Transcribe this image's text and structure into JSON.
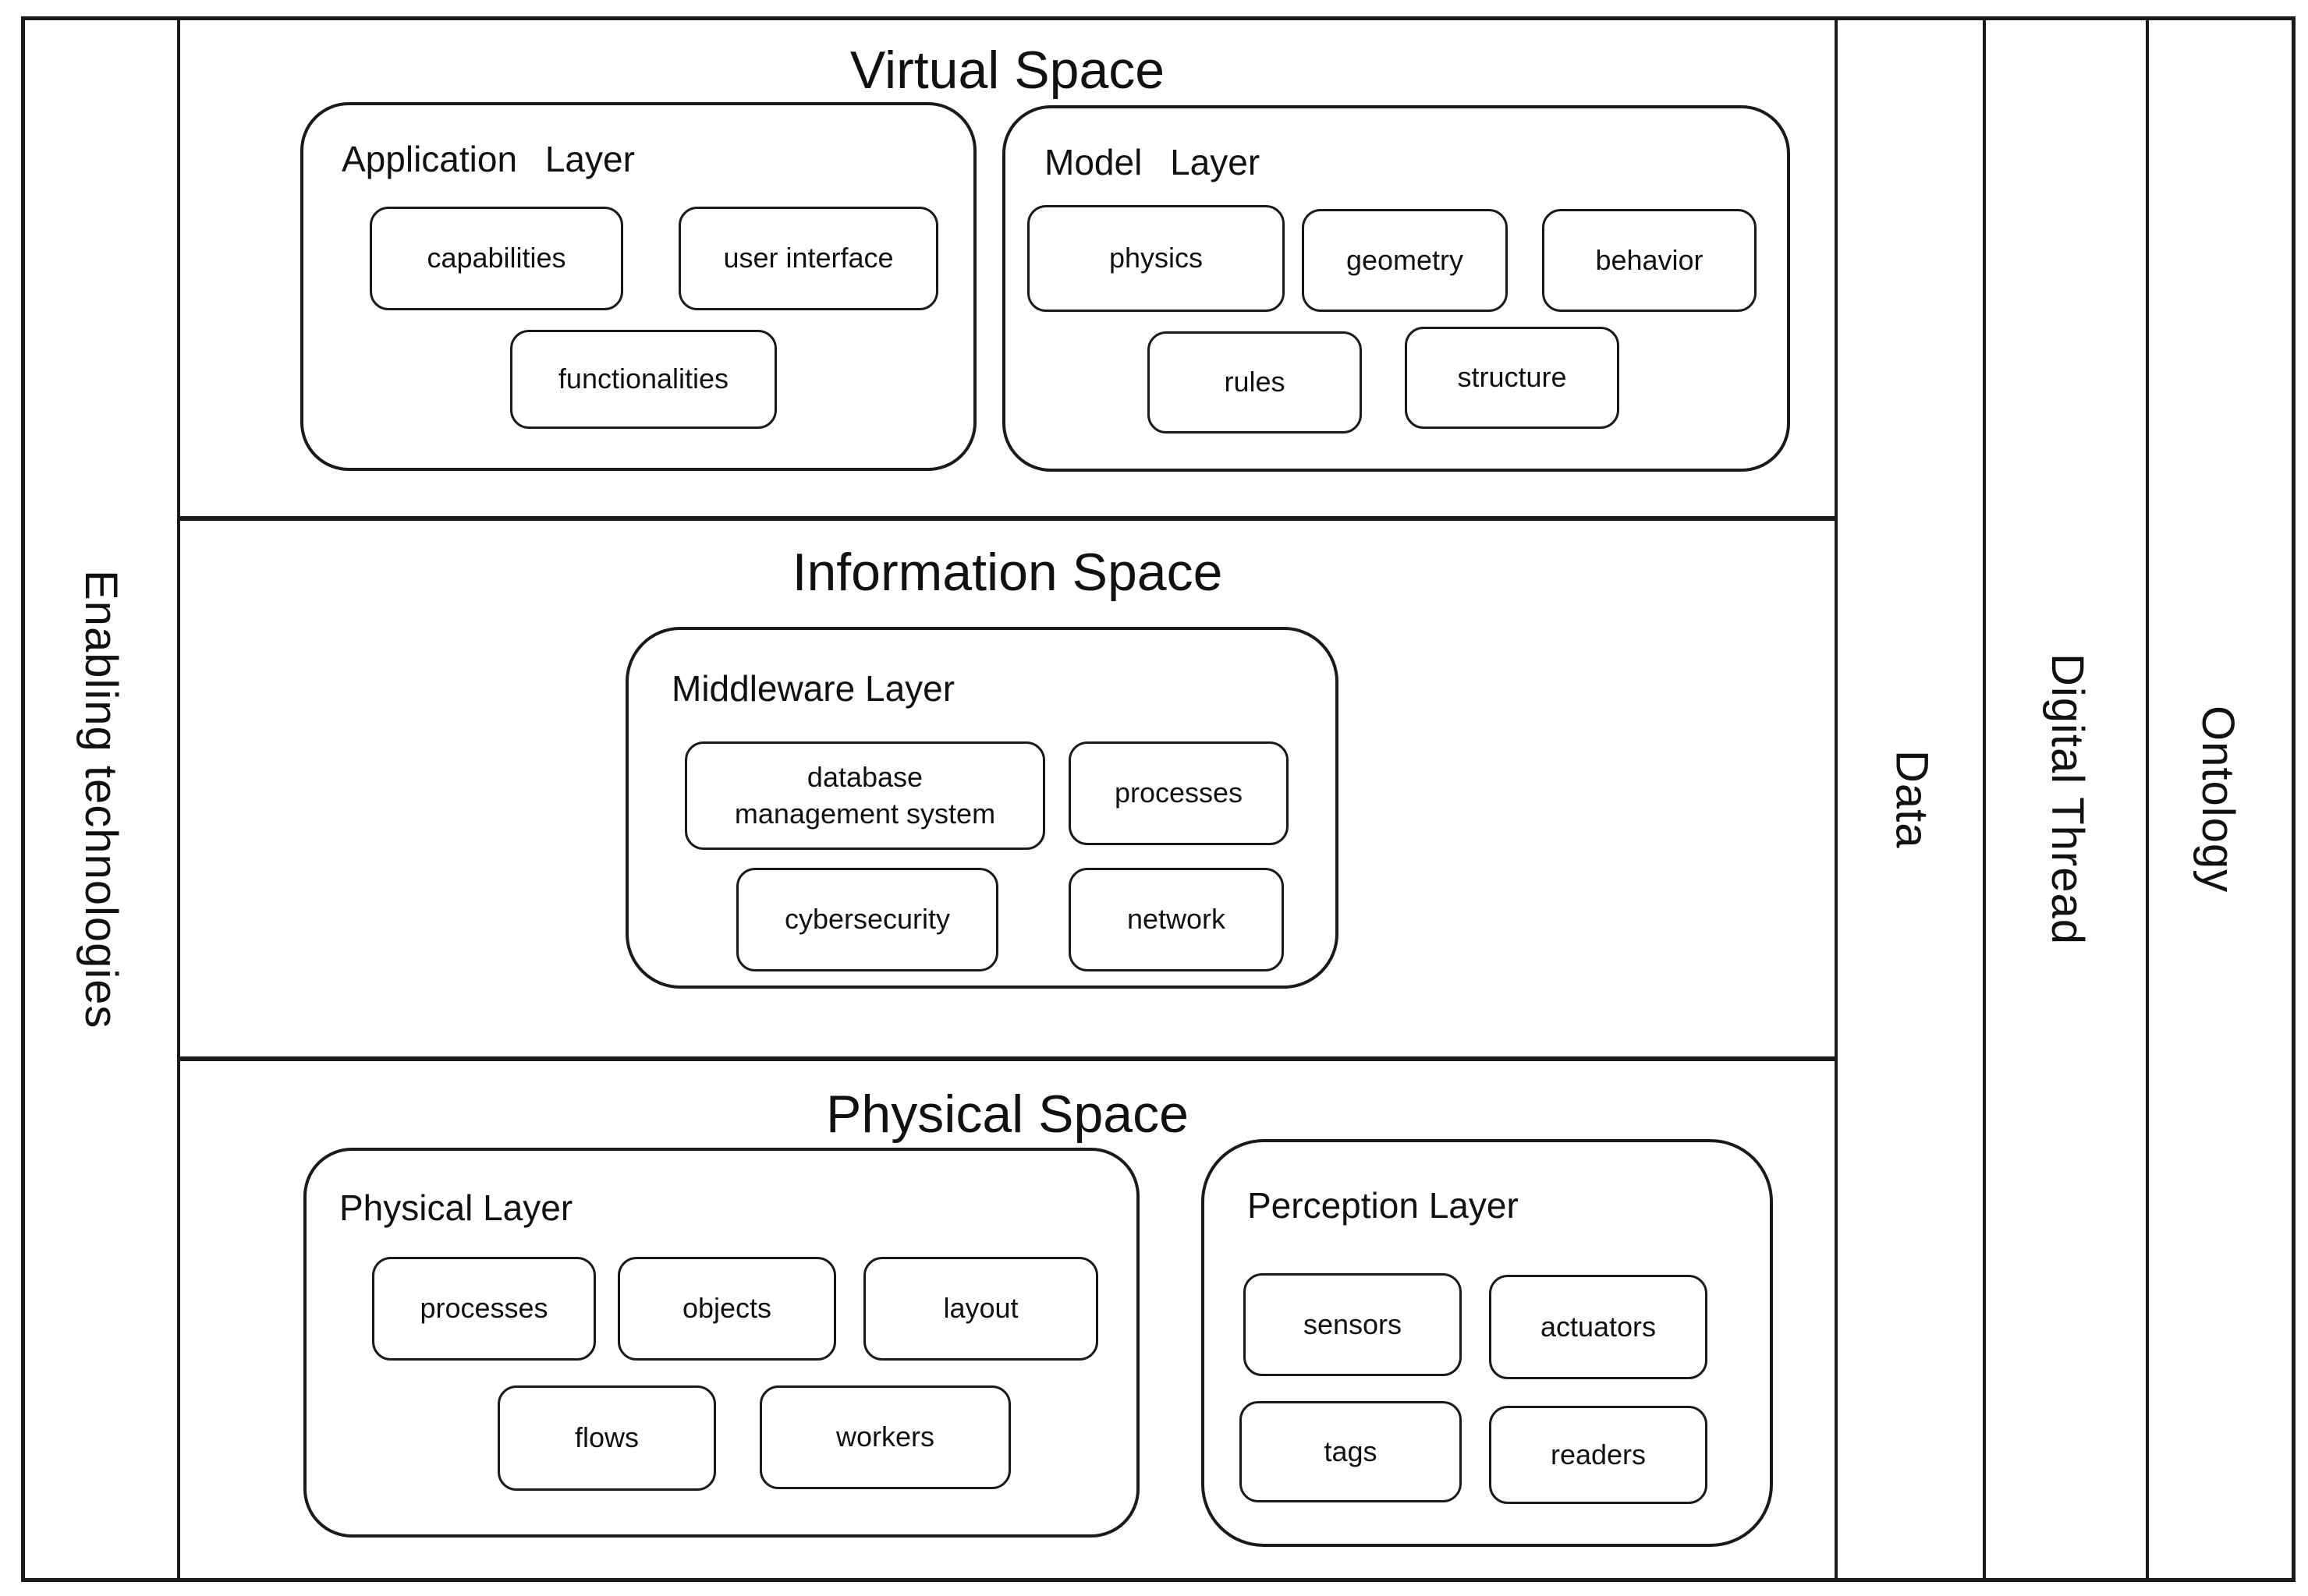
{
  "palette": {
    "background": "#ffffff",
    "line": "#1a1a1a",
    "text": "#111111"
  },
  "left_column": {
    "label": "Enabling technologies"
  },
  "right_columns": {
    "data_label": "Data",
    "digital_thread_label": "Digital Thread",
    "ontology_label": "Ontology"
  },
  "virtual_space": {
    "title": "Virtual Space",
    "application_layer": {
      "title": "Application Layer",
      "items": [
        "capabilities",
        "user interface",
        "functionalities"
      ]
    },
    "model_layer": {
      "title": "Model Layer",
      "items": [
        "physics",
        "geometry",
        "behavior",
        "rules",
        "structure"
      ]
    }
  },
  "information_space": {
    "title": "Information Space",
    "middleware_layer": {
      "title": "Middleware Layer",
      "items": [
        "database\nmanagement system",
        "processes",
        "cybersecurity",
        "network"
      ]
    }
  },
  "physical_space": {
    "title": "Physical Space",
    "physical_layer": {
      "title": "Physical Layer",
      "items": [
        "processes",
        "objects",
        "layout",
        "flows",
        "workers"
      ]
    },
    "perception_layer": {
      "title": "Perception Layer",
      "items": [
        "sensors",
        "actuators",
        "tags",
        "readers"
      ]
    }
  }
}
